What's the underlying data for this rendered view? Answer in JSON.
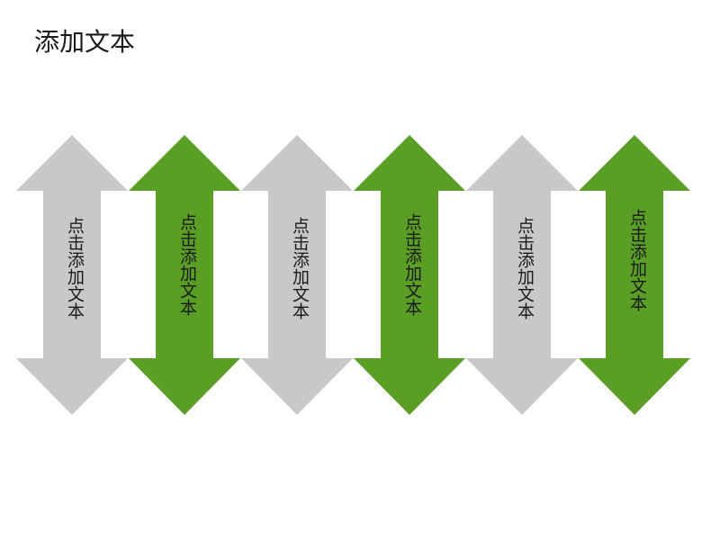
{
  "slide": {
    "title": "添加文本"
  },
  "arrows": [
    {
      "label": "点击添加文本",
      "color": "#c8c8ca"
    },
    {
      "label": "点击添加文本",
      "color": "#5a9e26"
    },
    {
      "label": "点击添加文本",
      "color": "#c8c8ca"
    },
    {
      "label": "点击添加文本",
      "color": "#5a9e26"
    },
    {
      "label": "点击添加文本",
      "color": "#c8c8ca"
    },
    {
      "label": "点击添加文本",
      "color": "#5a9e26"
    }
  ]
}
